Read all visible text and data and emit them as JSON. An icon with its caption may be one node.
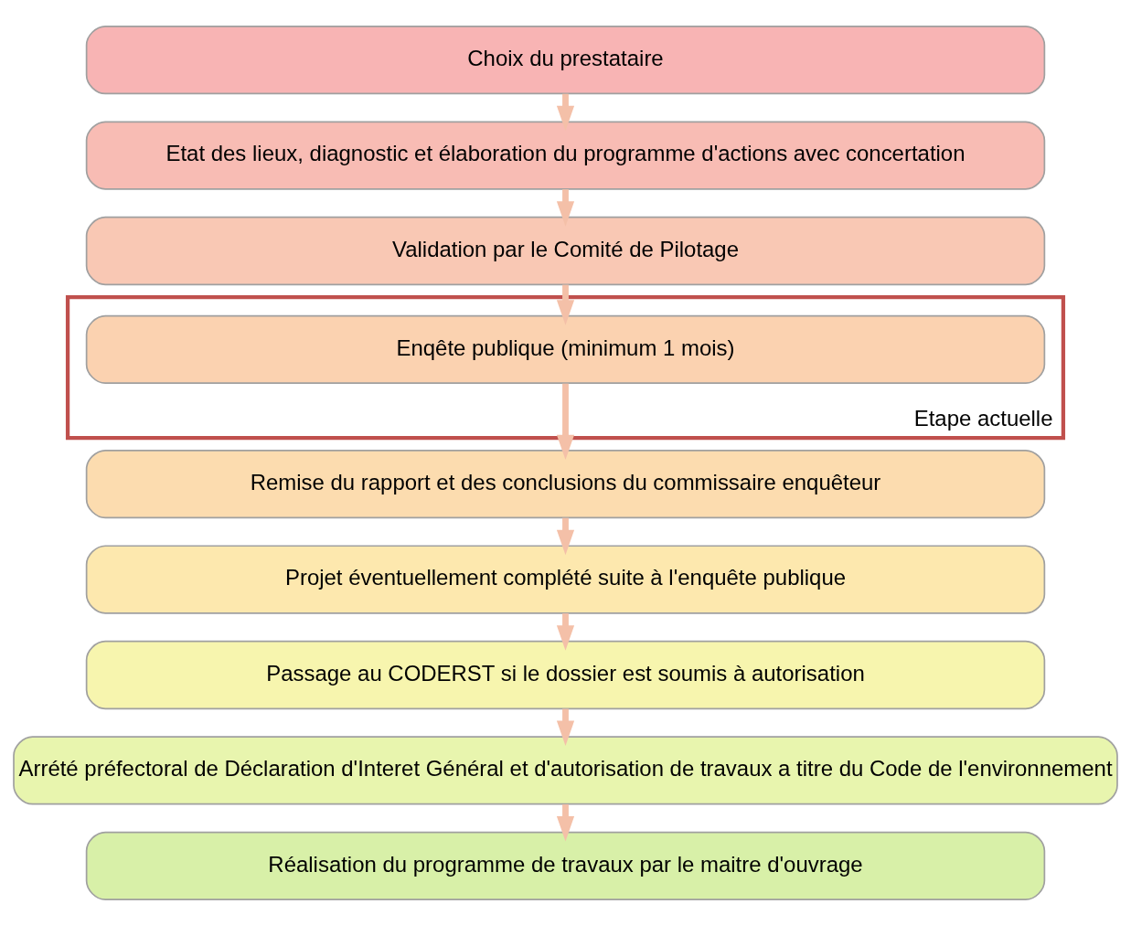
{
  "diagram": {
    "nodes": [
      {
        "text": [
          "Choix du prestataire"
        ]
      },
      {
        "text": [
          "Etat des lieux, diagnostic et élaboration du programme d'actions avec concertation"
        ]
      },
      {
        "text": [
          "Validation par le Comité de Pilotage"
        ]
      },
      {
        "text": [
          "Etape actuelle"
        ]
      },
      {
        "text": [
          "Enqête publique (minimum 1 mois)"
        ],
        "in": 3
      },
      {
        "text": [
          "Remise du rapport et des conclusions du commissaire enquêteur"
        ]
      },
      {
        "text": [
          "Projet éventuellement complété suite à l'enquête publique"
        ]
      },
      {
        "text": [
          "Passage au CODERST si le dossier est soumis à autorisation"
        ]
      },
      {
        "text": [
          "Arrété préfectoral de Déclaration d'Interet Général et d'autorisation de travaux a titre du Code de l'environnement"
        ]
      },
      {
        "text": [
          "Réalisation du programme de travaux par le maitre d'ouvrage"
        ]
      }
    ],
    "edges": [
      {
        "from": 0,
        "to": 1,
        "arrow": "to"
      },
      {
        "from": 1,
        "to": 2,
        "arrow": "to"
      },
      {
        "from": 2,
        "to": 4,
        "arrow": "to"
      },
      {
        "from": 4,
        "to": 5,
        "arrow": "to"
      },
      {
        "from": 5,
        "to": 6,
        "arrow": "to"
      },
      {
        "from": 6,
        "to": 7,
        "arrow": "to"
      },
      {
        "from": 7,
        "to": 8,
        "arrow": "to"
      },
      {
        "from": 8,
        "to": 9,
        "arrow": "to"
      }
    ]
  }
}
